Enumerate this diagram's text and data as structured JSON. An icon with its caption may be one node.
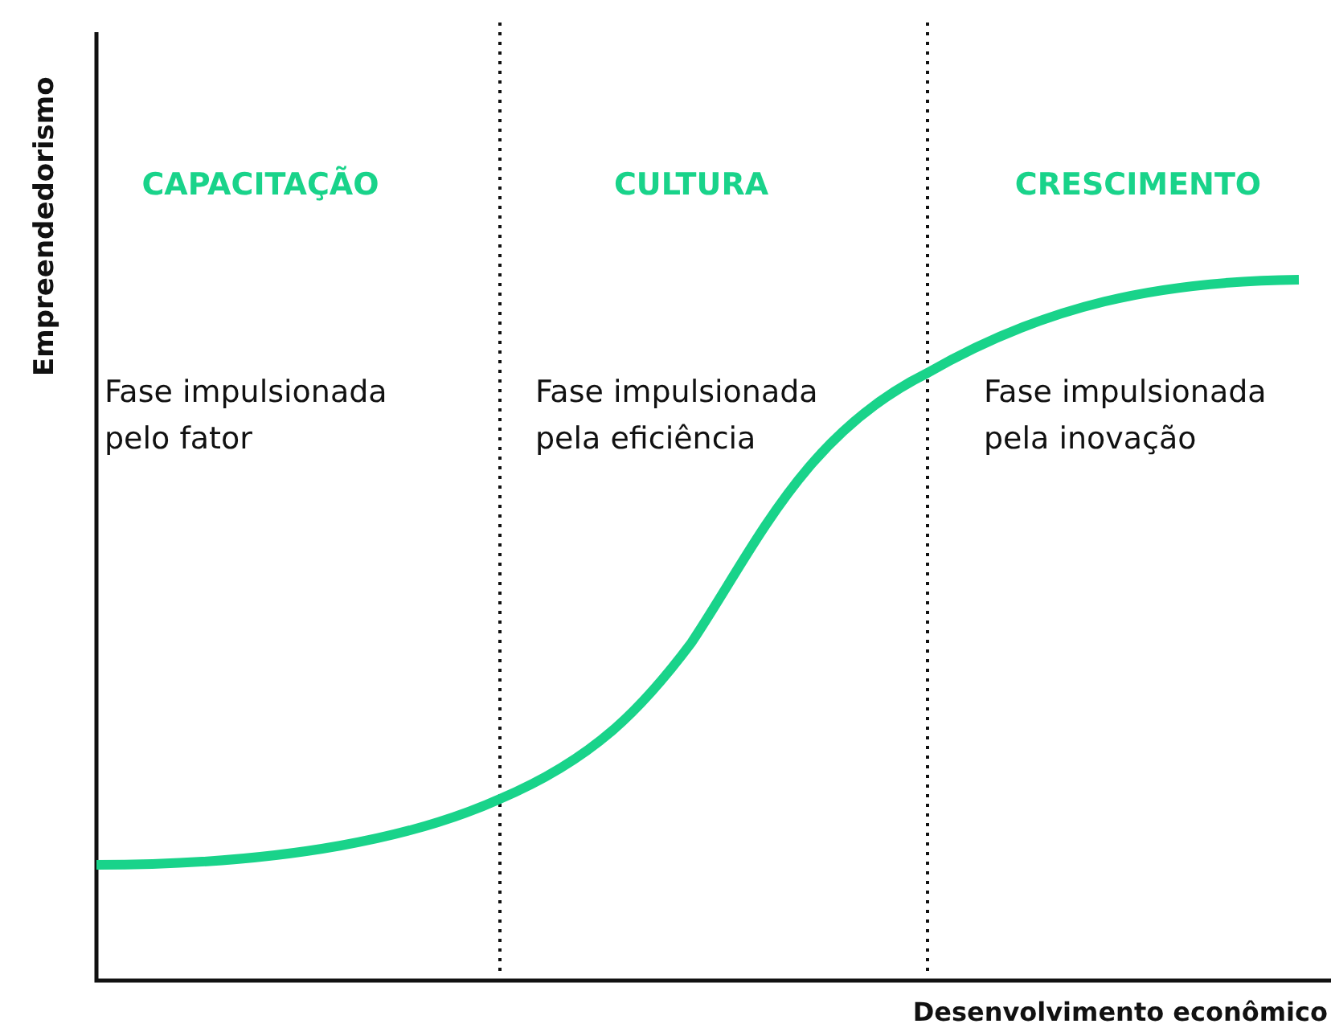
{
  "diagram": {
    "labels": [
      "Empreendedorismo",
      "CAPACITAÇÃO",
      "CULTURA",
      "CRESCIMENTO",
      "Fase impulsionada pelo fator",
      "Fase impulsionada pela eficiência",
      "Fase impulsionada pela inovação",
      "Desenvolvimento econômico"
    ]
  }
}
